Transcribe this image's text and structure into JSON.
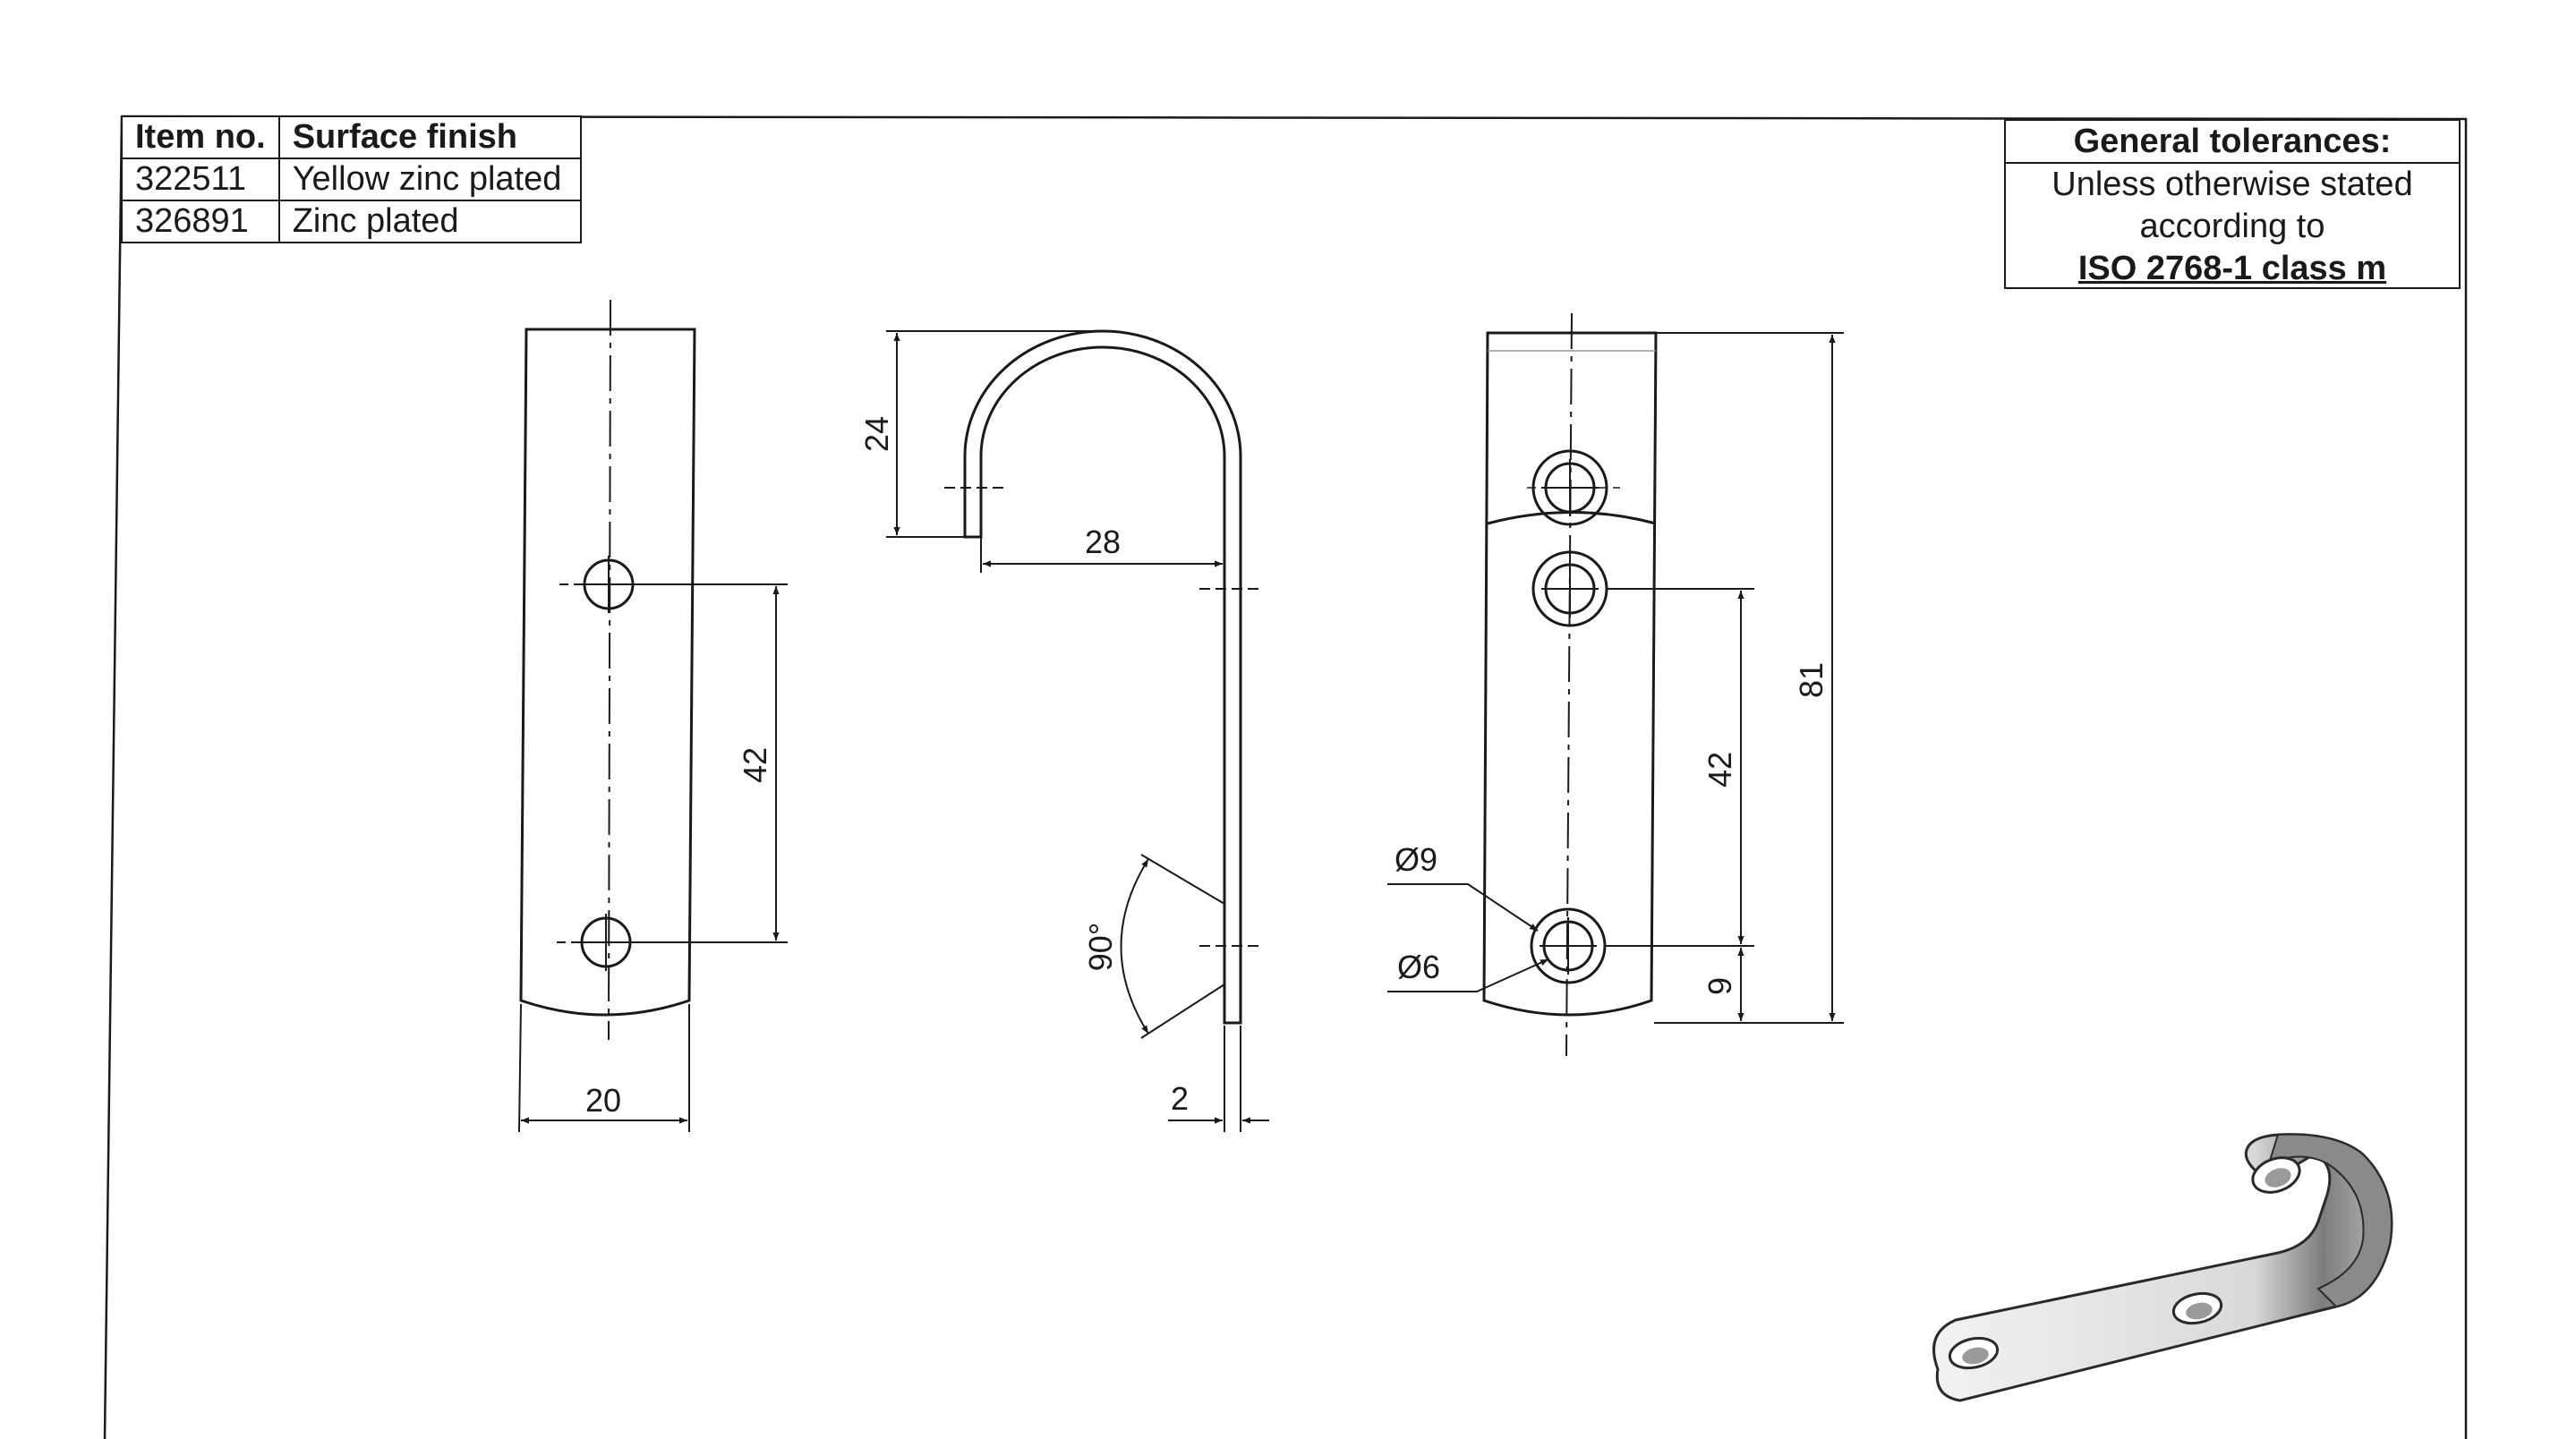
{
  "items_table": {
    "headers": [
      "Item no.",
      "Surface finish"
    ],
    "rows": [
      {
        "item": "322511",
        "finish": "Yellow zinc plated"
      },
      {
        "item": "326891",
        "finish": "Zinc plated"
      }
    ]
  },
  "tolerances": {
    "title": "General tolerances:",
    "line1": "Unless otherwise stated",
    "line2": "according to",
    "standard": "ISO 2768-1 class m"
  },
  "dimensions": {
    "width": "20",
    "hole_spacing_front": "42",
    "bend_height": "24",
    "hook_width": "28",
    "angle": "90°",
    "thickness": "2",
    "hole_dia_outer": "Ø9",
    "hole_dia_inner": "Ø6",
    "edge_offset": "9",
    "hole_spacing_back": "42",
    "overall_length": "81"
  },
  "colors": {
    "line": "#1a1a1a",
    "render_light": "#e8e8e8",
    "render_dark": "#6e6e6e"
  }
}
